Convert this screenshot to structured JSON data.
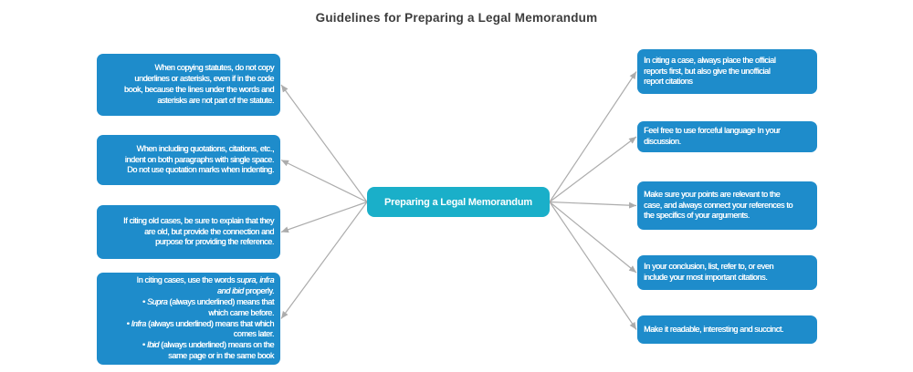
{
  "title": "Guidelines for Preparing a Legal Memorandum",
  "colors": {
    "center_fill": "#1AAFC9",
    "branch_fill": "#1E8CCB",
    "connector": "#ACACAC",
    "title_text": "#3D3D3D",
    "node_text": "#FFFFFF",
    "background": "#FFFFFF"
  },
  "center_node": {
    "label": "Preparing a Legal Memorandum"
  },
  "left_nodes": [
    {
      "text": "When copying statutes, do not copy\nunderlines or asterisks, even if in the code\nbook, because the lines under the words and\nasterisks are not part of the statute."
    },
    {
      "text": "When including quotations, citations, etc.,\nindent on both paragraphs with single space.\nDo not use quotation marks when indenting."
    },
    {
      "text": "If citing old cases, be sure to explain that they\nare old, but provide the connection and\npurpose for providing the reference."
    },
    {
      "segments": [
        {
          "t": "In citing cases, use the words "
        },
        {
          "t": "supra, infra",
          "i": true
        },
        {
          "br": true
        },
        {
          "t": "and ibid",
          "i": true
        },
        {
          "t": " properly."
        },
        {
          "br": true
        },
        {
          "t": "• "
        },
        {
          "t": "Supra",
          "i": true
        },
        {
          "t": " (always underlined) means that"
        },
        {
          "br": true
        },
        {
          "t": "which came before."
        },
        {
          "br": true
        },
        {
          "t": "• "
        },
        {
          "t": "Infra",
          "i": true
        },
        {
          "t": " (always underlined) means that which"
        },
        {
          "br": true
        },
        {
          "t": "comes later."
        },
        {
          "br": true
        },
        {
          "t": "• "
        },
        {
          "t": "Ibid",
          "i": true
        },
        {
          "t": " (always underlined) means on the"
        },
        {
          "br": true
        },
        {
          "t": "same page or in the same book"
        }
      ]
    }
  ],
  "right_nodes": [
    {
      "text": "In citing a case, always place the official\nreports first, but also give the unofficial\nreport citations"
    },
    {
      "text": "Feel free to use forceful language In your\ndiscussion."
    },
    {
      "text": "Make sure your points are relevant to the\ncase, and always connect your references to\nthe specifics of your arguments."
    },
    {
      "text": "In your conclusion, list, refer to, or even\ninclude your most important citations."
    },
    {
      "text": "Make it readable, interesting and succinct."
    }
  ]
}
